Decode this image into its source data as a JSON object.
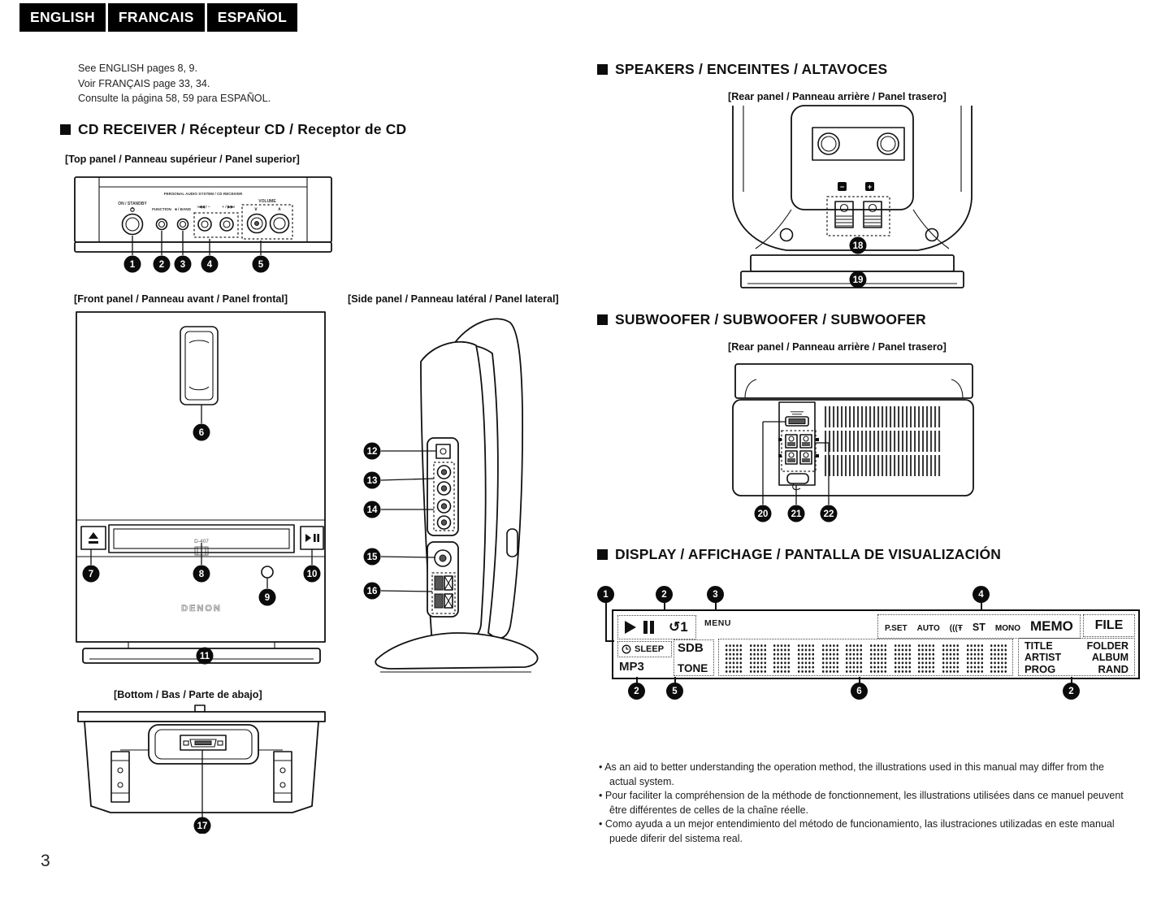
{
  "page": {
    "number": "3"
  },
  "language_bar": {
    "tab1": "ENGLISH",
    "tab2": "FRANCAIS",
    "tab3": "ESPAÑOL"
  },
  "intro": {
    "line1": "See ENGLISH pages 8, 9.",
    "line2": "Voir FRANÇAIS page 33, 34.",
    "line3": "Consulte la página 58, 59 para ESPAÑOL."
  },
  "headings": {
    "cd_receiver": "CD RECEIVER / Récepteur CD / Receptor de CD",
    "speakers": "SPEAKERS / ENCEINTES / ALTAVOCES",
    "subwoofer": "SUBWOOFER / SUBWOOFER / SUBWOOFER",
    "display": "DISPLAY / AFFICHAGE / PANTALLA DE VISUALIZACIÓN"
  },
  "captions": {
    "top_panel": "[Top panel / Panneau supérieur / Panel superior]",
    "front_panel": "[Front panel / Panneau avant / Panel frontal]",
    "side_panel": "[Side panel / Panneau latéral / Panel lateral]",
    "rear_panel_speaker": "[Rear panel / Panneau arrière / Panel trasero]",
    "rear_panel_subwoofer": "[Rear panel / Panneau arrière / Panel trasero]",
    "bottom": "[Bottom / Bas / Parte de abajo]"
  },
  "top_panel": {
    "system_label": "PERSONAL AUDIO SYSTEM / CD RECEIVER",
    "on_standby": "ON / STANDBY",
    "function_label": "FUNCTION",
    "band_label": "■ / BAND",
    "skip_back": "I◀◀ / −",
    "skip_fwd": "+ / ▶▶I",
    "volume_label": "VOLUME",
    "vol_down": "∨",
    "vol_up": "∧"
  },
  "front_panel": {
    "model": "D-407",
    "brand": "DENON"
  },
  "speaker": {
    "minus": "−",
    "plus": "+"
  },
  "display_panel": {
    "repeat_one": "↺1",
    "menu": "MENU",
    "pset": "P.SET",
    "auto": "AUTO",
    "antenna": "(((Ŧ",
    "st": "ST",
    "mono": "MONO",
    "memo": "MEMO",
    "file": "FILE",
    "title": "TITLE",
    "folder": "FOLDER",
    "artist": "ARTIST",
    "album": "ALBUM",
    "prog": "PROG",
    "rand": "RAND",
    "sleep": "SLEEP",
    "sdb": "SDB",
    "mp3": "MP3",
    "tone": "TONE"
  },
  "callouts": {
    "n1": "1",
    "n2": "2",
    "n3": "3",
    "n4": "4",
    "n5": "5",
    "n6": "6",
    "n7": "7",
    "n8": "8",
    "n9": "9",
    "n10": "10",
    "n11": "11",
    "n12": "12",
    "n13": "13",
    "n14": "14",
    "n15": "15",
    "n16": "16",
    "n17": "17",
    "n18": "18",
    "n19": "19",
    "n20": "20",
    "n21": "21",
    "n22": "22"
  },
  "notes": {
    "bullet": "•",
    "item1": "As an aid to better understanding the operation method, the illustrations used in this manual may differ from the actual system.",
    "item2": "Pour faciliter la compréhension de la méthode de fonctionnement, les illustrations utilisées dans ce manuel peuvent être différentes de celles de la chaîne réelle.",
    "item3": "Como ayuda a un mejor entendimiento del método de funcionamiento, las ilustraciones utilizadas en este manual puede diferir del sistema real."
  }
}
